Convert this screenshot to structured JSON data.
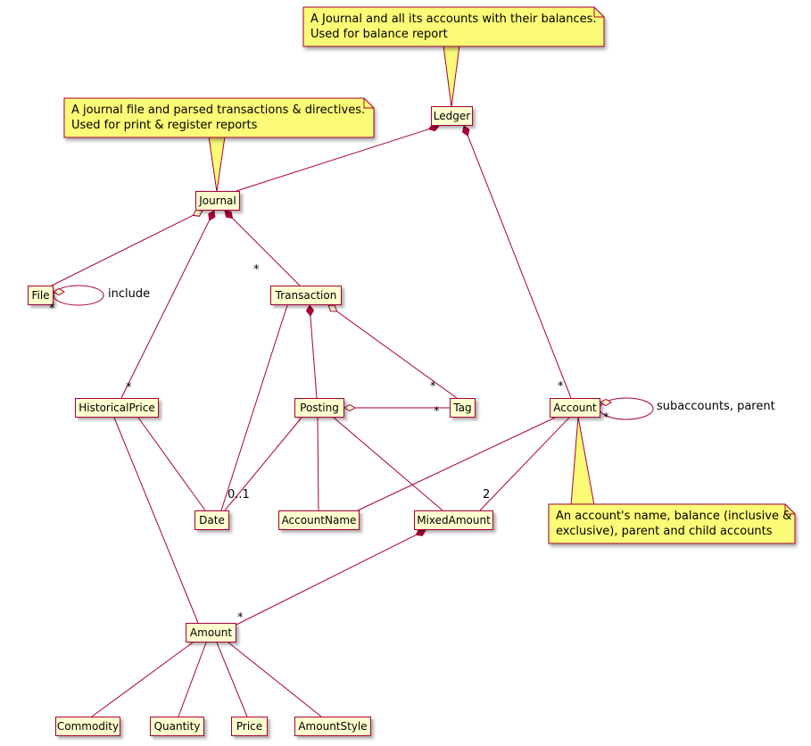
{
  "diagram_type": "UML class diagram (PlantUML style) of hledger data model",
  "colors": {
    "line": "#A80036",
    "class_fill": "#FEFECE",
    "note_fill": "#FBFB77",
    "text": "#000000",
    "background": "#FFFFFF"
  },
  "classes": {
    "ledger": "Ledger",
    "journal": "Journal",
    "file": "File",
    "transaction": "Transaction",
    "historical_price": "HistoricalPrice",
    "posting": "Posting",
    "tag": "Tag",
    "account": "Account",
    "date": "Date",
    "account_name": "AccountName",
    "mixed_amount": "MixedAmount",
    "amount": "Amount",
    "commodity": "Commodity",
    "quantity": "Quantity",
    "price": "Price",
    "amount_style": "AmountStyle"
  },
  "notes": {
    "ledger": {
      "line1": "A Journal and all its accounts with their balances.",
      "line2": "Used for balance report"
    },
    "journal": {
      "line1": "A journal file and parsed transactions & directives.",
      "line2": "Used for print & register reports"
    },
    "account": {
      "line1": "An account's name, balance (inclusive &",
      "line2": "exclusive), parent and child accounts"
    }
  },
  "labels": {
    "ledger_account_mult": "*",
    "journal_transaction_mult": "*",
    "journal_historical_price_mult": "*",
    "transaction_tag_mult": "*",
    "posting_tag_mult": "*",
    "posting_date_mult": "0..1",
    "account_mixed_amount_mult": "2",
    "mixed_amount_amount_mult": "*",
    "file_include_mult": "*",
    "file_include_label": "include",
    "account_self_mult": "*",
    "account_self_label": "subaccounts, parent"
  },
  "relationships": [
    {
      "from": "Ledger",
      "to": "Journal",
      "type": "composition"
    },
    {
      "from": "Ledger",
      "to": "Account",
      "type": "composition",
      "multiplicity": "*"
    },
    {
      "from": "Journal",
      "to": "File",
      "type": "aggregation"
    },
    {
      "from": "File",
      "to": "File",
      "type": "aggregation",
      "multiplicity": "*",
      "label": "include"
    },
    {
      "from": "Journal",
      "to": "Transaction",
      "type": "composition",
      "multiplicity": "*"
    },
    {
      "from": "Journal",
      "to": "HistoricalPrice",
      "type": "composition",
      "multiplicity": "*"
    },
    {
      "from": "Transaction",
      "to": "Posting",
      "type": "composition"
    },
    {
      "from": "Transaction",
      "to": "Tag",
      "type": "aggregation",
      "multiplicity": "*"
    },
    {
      "from": "Transaction",
      "to": "Date",
      "type": "association"
    },
    {
      "from": "Posting",
      "to": "Tag",
      "type": "aggregation",
      "multiplicity": "*"
    },
    {
      "from": "Posting",
      "to": "Date",
      "type": "association",
      "multiplicity": "0..1"
    },
    {
      "from": "Posting",
      "to": "AccountName",
      "type": "association"
    },
    {
      "from": "Posting",
      "to": "MixedAmount",
      "type": "association"
    },
    {
      "from": "Account",
      "to": "Account",
      "type": "aggregation",
      "multiplicity": "*",
      "label": "subaccounts, parent"
    },
    {
      "from": "Account",
      "to": "AccountName",
      "type": "association"
    },
    {
      "from": "Account",
      "to": "MixedAmount",
      "type": "association",
      "multiplicity": "2"
    },
    {
      "from": "HistoricalPrice",
      "to": "Date",
      "type": "association"
    },
    {
      "from": "HistoricalPrice",
      "to": "Amount",
      "type": "association"
    },
    {
      "from": "MixedAmount",
      "to": "Amount",
      "type": "composition",
      "multiplicity": "*"
    },
    {
      "from": "Amount",
      "to": "Commodity",
      "type": "association"
    },
    {
      "from": "Amount",
      "to": "Quantity",
      "type": "association"
    },
    {
      "from": "Amount",
      "to": "Price",
      "type": "association"
    },
    {
      "from": "Amount",
      "to": "AmountStyle",
      "type": "association"
    }
  ]
}
